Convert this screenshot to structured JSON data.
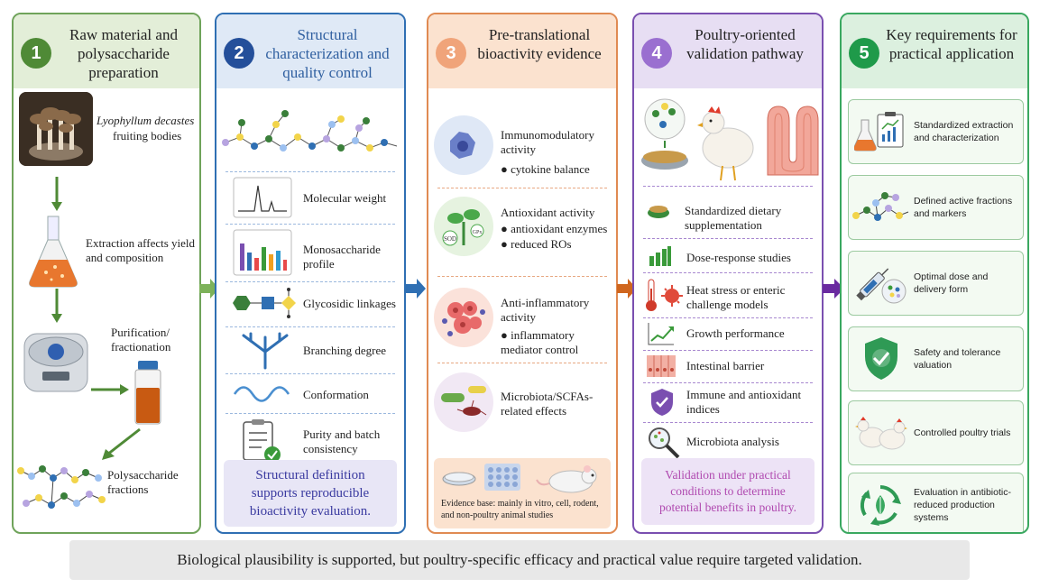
{
  "panels": [
    {
      "num": "1",
      "title": "Raw material and polysaccharide preparation"
    },
    {
      "num": "2",
      "title": "Structural characterization and quality control"
    },
    {
      "num": "3",
      "title": "Pre-translational bioactivity evidence"
    },
    {
      "num": "4",
      "title": "Poultry-oriented validation pathway"
    },
    {
      "num": "5",
      "title": "Key requirements for practical application"
    }
  ],
  "p1": {
    "species": "Lyophyllum decastes",
    "fruiting": "fruiting bodies",
    "extraction": "Extraction affects yield and composition",
    "purification": "Purification/ fractionation",
    "fractions": "Polysaccharide fractions"
  },
  "p2": {
    "items": [
      "Molecular weight",
      "Monosaccharide profile",
      "Glycosidic linkages",
      "Branching degree",
      "Conformation",
      "Purity and batch consistency"
    ],
    "footer": "Structural definition supports reproducible bioactivity evaluation."
  },
  "p3": {
    "items": [
      {
        "title": "Immunomodulatory activity",
        "bullets": [
          "cytokine balance"
        ]
      },
      {
        "title": "Antioxidant activity",
        "bullets": [
          "antioxidant enzymes",
          "reduced ROs"
        ]
      },
      {
        "title": "Anti-inflammatory activity",
        "bullets": [
          "inflammatory mediator control"
        ]
      },
      {
        "title": "Microbiota/SCFAs-related effects",
        "bullets": []
      }
    ],
    "icon_text": {
      "sod": "SOD",
      "gpx": "GPx"
    },
    "footer": "Evidence base: mainly in vitro, cell, rodent, and non-poultry animal studies"
  },
  "p4": {
    "items": [
      "Standardized dietary supplementation",
      "Dose-response studies",
      "Heat stress or enteric challenge models",
      "Growth performance",
      "Intestinal barrier",
      "Immune and antioxidant indices",
      "Microbiota analysis"
    ],
    "footer": "Validation under practical conditions to determine potential benefits in poultry."
  },
  "p5": {
    "items": [
      "Standardized extraction and characterization",
      "Defined active fractions and markers",
      "Optimal dose and delivery form",
      "Safety and tolerance valuation",
      "Controlled poultry trials",
      "Evaluation in antibiotic-reduced production systems"
    ]
  },
  "bottom": "Biological plausibility is supported, but poultry-specific efficacy and practical value require targeted validation.",
  "colors": {
    "green": "#5f9a3c",
    "blue": "#2f6fb3",
    "orange": "#e0834a",
    "purple": "#7a4fb0",
    "teal": "#2f9a55"
  }
}
